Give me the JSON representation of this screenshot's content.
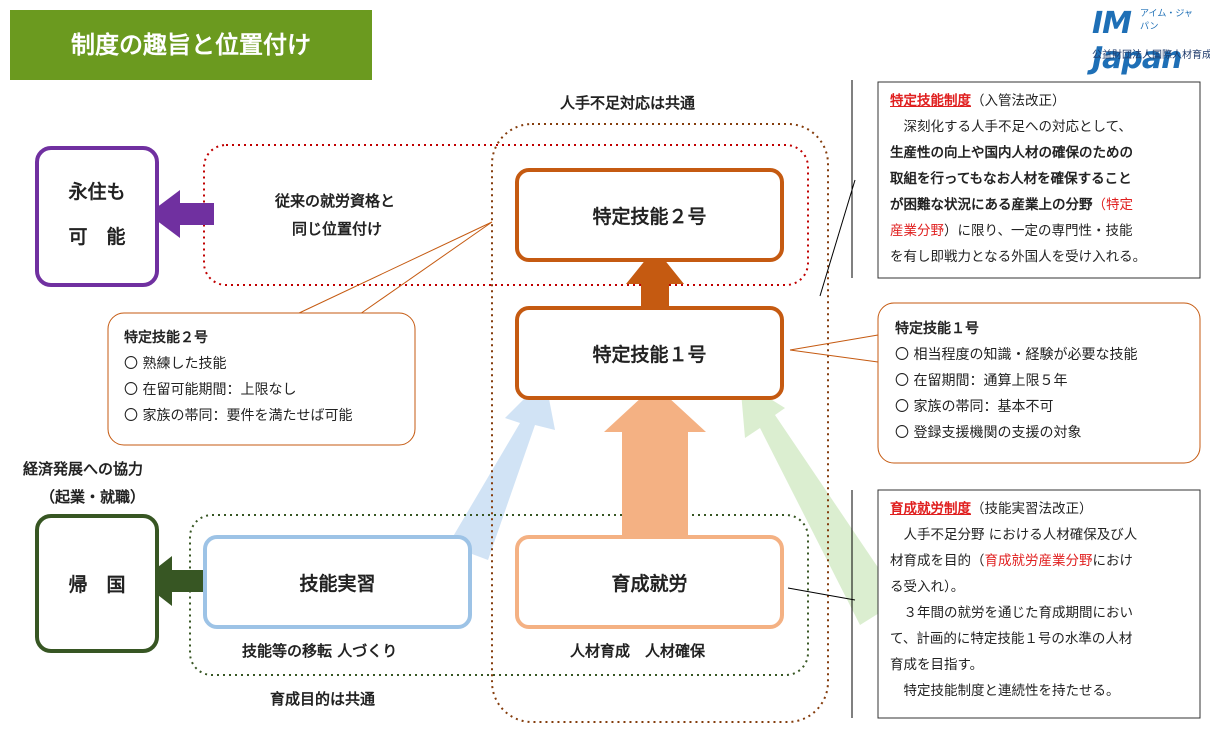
{
  "header": {
    "title": "制度の趣旨と位置付け"
  },
  "logo": {
    "main": "IM Japan",
    "kana": "アイム・ジャパン",
    "org": "公益財団法人国際人材育成機構"
  },
  "labels": {
    "shortage_common": "人手不足対応は共通",
    "training_common": "育成目的は共通",
    "economic_1": "経済発展への協力",
    "economic_2": "（起業・就職）",
    "same_position_1": "従来の就労資格と",
    "same_position_2": "同じ位置付け",
    "tech_transfer": "技能等の移転 人づくり",
    "hr_development": "人材育成　人材確保"
  },
  "boxes": {
    "permanent_1": "永住も",
    "permanent_2": "可　能",
    "return_home": "帰　国",
    "ssw2": "特定技能２号",
    "ssw1": "特定技能１号",
    "technical_intern": "技能実習",
    "employment_training": "育成就労"
  },
  "callout_ssw2": {
    "title": "特定技能２号",
    "items": [
      "〇 熟練した技能",
      "〇 在留可能期間：上限なし",
      "〇 家族の帯同：要件を満たせば可能"
    ]
  },
  "callout_ssw1": {
    "title": "特定技能１号",
    "items": [
      "〇 相当程度の知識・経験が必要な技能",
      "〇 在留期間：通算上限５年",
      "〇 家族の帯同：基本不可",
      "〇 登録支援機関の支援の対象"
    ]
  },
  "note_ssw": {
    "title": "特定技能制度",
    "title_suffix": "（入管法改正）",
    "l1": "　深刻化する人手不足への対応として、",
    "l2": "生産性の向上や国内人材の確保のための",
    "l3": "取組を行ってもなお人材を確保すること",
    "l4a": "が困難な状況にある産業上の分野",
    "l4b": "（特定",
    "l5a": "産業分野",
    "l5b": "）に限り、一定の専門性・技能",
    "l6": "を有し即戦力となる外国人を受け入れる。"
  },
  "note_ett": {
    "title": "育成就労制度",
    "title_suffix": "（技能実習法改正）",
    "l1": "　人手不足分野 における人材確保及び人",
    "l2a": "材育成を目的（",
    "l2b": "育成就労産業分野",
    "l2c": "におけ",
    "l3": "る受入れ）。",
    "l4": "　３年間の就労を通じた育成期間におい",
    "l5": "て、計画的に特定技能１号の水準の人材",
    "l6": "育成を目指す。",
    "l7": "　特定技能制度と連続性を持たせる。"
  },
  "colors": {
    "green_header": "#6b9a1f",
    "purple": "#7030a0",
    "dark_green": "#375623",
    "orange_dark": "#c55a11",
    "orange_light": "#f4b183",
    "light_blue": "#9dc3e6",
    "light_green": "#c5e0b4",
    "red": "#e01f1f",
    "brown_dotted": "#843c0c"
  }
}
